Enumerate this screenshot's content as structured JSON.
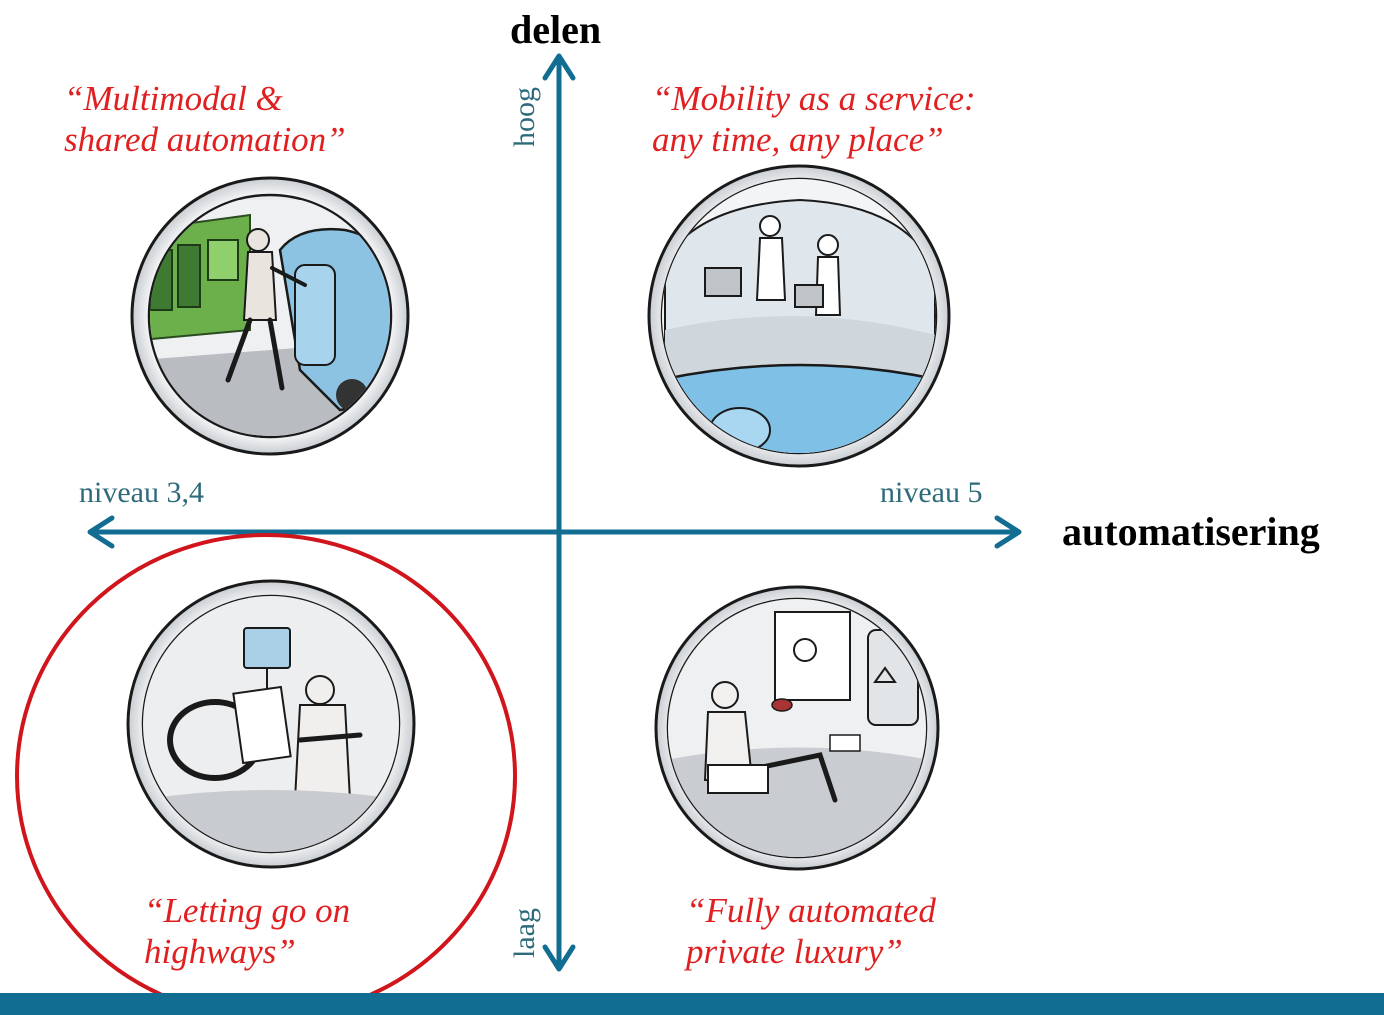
{
  "axes": {
    "vertical": {
      "title": "delen",
      "top_label": "hoog",
      "bottom_label": "laag"
    },
    "horizontal": {
      "title": "automatisering",
      "left_label": "niveau 3,4",
      "right_label": "niveau 5"
    }
  },
  "quadrants": {
    "top_left": {
      "line1": "“Multimodal &",
      "line2": "shared automation”",
      "illustration": "person walking from tram to small shared car"
    },
    "top_right": {
      "line1": "“Mobility as a service:",
      "line2": "any time, any place”",
      "illustration": "two people working on laptops inside autonomous pod"
    },
    "bottom_left": {
      "line1": "“Letting go on",
      "line2": "highways”",
      "illustration": "driver reading paper with hands off wheel on highway"
    },
    "bottom_right": {
      "line1": "“Fully automated",
      "line2": "private luxury”",
      "illustration": "man relaxing with drink in luxury autonomous car"
    }
  },
  "highlight": {
    "quadrant": "bottom_left",
    "color": "#d0151c"
  },
  "colors": {
    "axis": "#126d92",
    "axis_label": "#2e6b7a",
    "quote": "#e02020",
    "footer": "#126d92"
  }
}
